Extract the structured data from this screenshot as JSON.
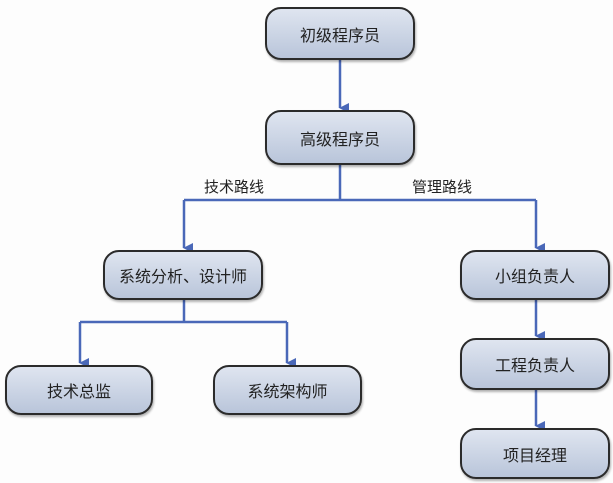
{
  "nodes": {
    "junior": "初级程序员",
    "senior": "高级程序员",
    "analyst": "系统分析、设计师",
    "tech_director": "技术总监",
    "architect": "系统架构师",
    "team_lead": "小组负责人",
    "project_lead": "工程负责人",
    "project_manager": "项目经理"
  },
  "labels": {
    "tech_route": "技术路线",
    "mgmt_route": "管理路线"
  },
  "colors": {
    "line": "#4a68b8",
    "box_border": "#2b2b2b"
  }
}
